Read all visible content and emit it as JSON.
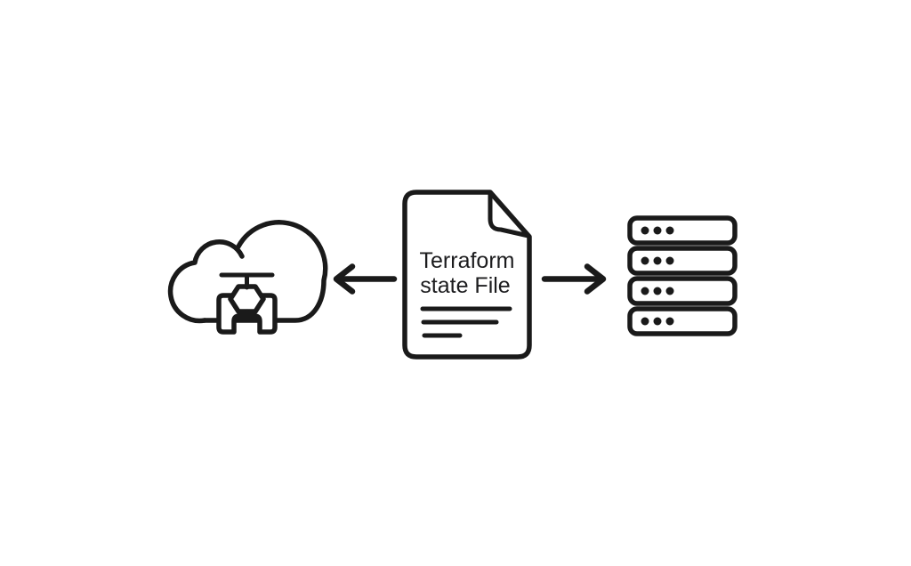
{
  "canvas": {
    "background_color": "#ffffff",
    "stroke_color": "#1a1a1a"
  },
  "cloud_node": {
    "icon": "cloud-icon",
    "inner_icon": "valve-node-icon"
  },
  "file_node": {
    "icon": "document-icon",
    "label_line1": "Terraform",
    "label_line2": "state File",
    "detail_line_count": 3
  },
  "server_node": {
    "icon": "server-stack-icon",
    "rack_count": 4,
    "dots_per_rack": 3
  },
  "arrows": [
    {
      "icon": "arrow-left-icon",
      "direction": "left"
    },
    {
      "icon": "arrow-right-icon",
      "direction": "right"
    }
  ]
}
